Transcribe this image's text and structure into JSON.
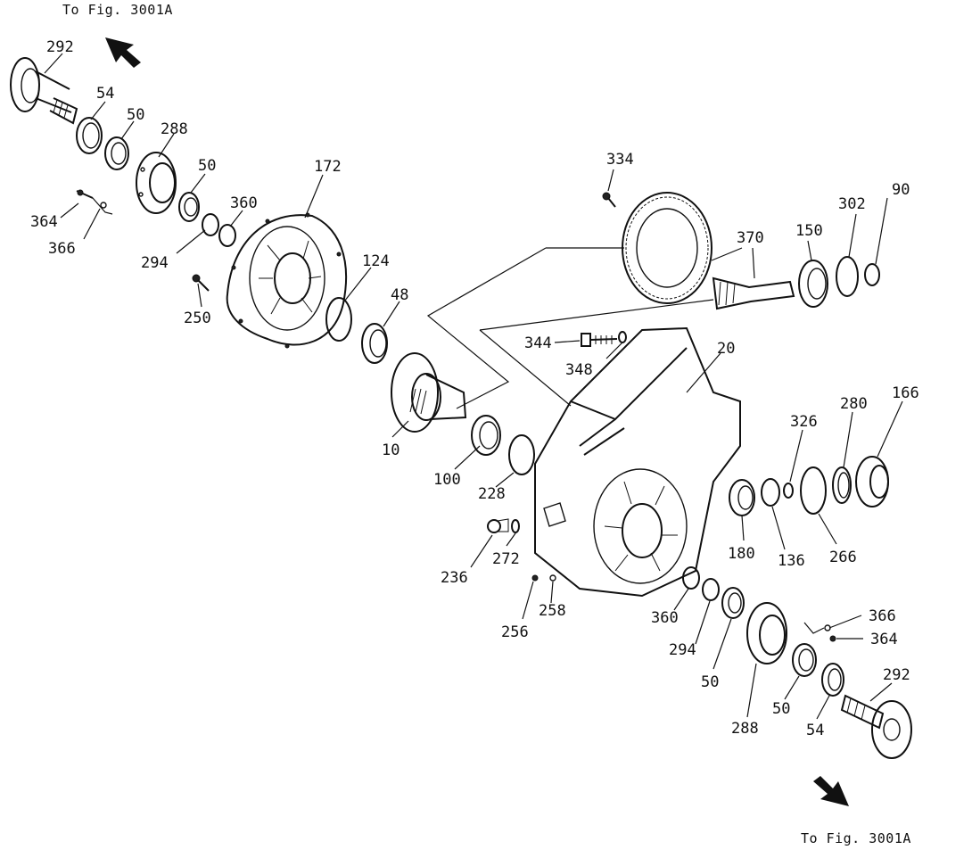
{
  "references": {
    "top": "To Fig. 3001A",
    "bottom": "To Fig. 3001A"
  },
  "callouts": [
    "292",
    "54",
    "50",
    "288",
    "50",
    "364",
    "366",
    "294",
    "360",
    "172",
    "250",
    "124",
    "48",
    "10",
    "100",
    "228",
    "236",
    "272",
    "256",
    "258",
    "334",
    "370",
    "150",
    "302",
    "90",
    "344",
    "348",
    "20",
    "326",
    "280",
    "166",
    "180",
    "136",
    "266",
    "360",
    "294",
    "50",
    "366",
    "364",
    "288",
    "50",
    "54",
    "292"
  ]
}
